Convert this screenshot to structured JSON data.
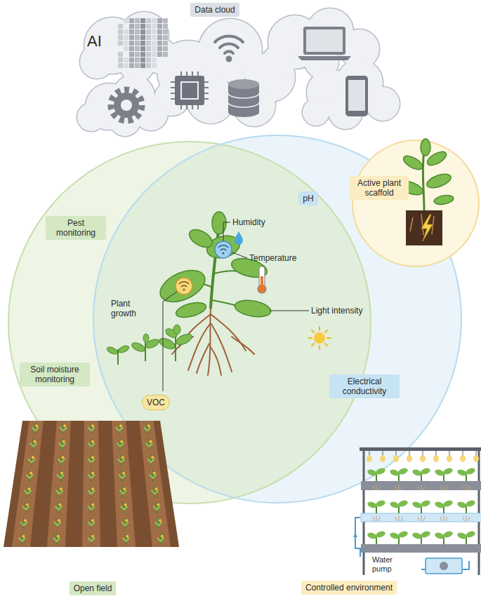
{
  "diagram": {
    "nodes": [
      {
        "text": [
          "Data cloud"
        ]
      },
      {
        "text": [
          "Pest monitoring"
        ]
      },
      {
        "text": [
          "Soil moisture monitoring"
        ]
      },
      {
        "text": [
          "pH"
        ]
      },
      {
        "text": [
          "Electrical conductivity"
        ]
      },
      {
        "text": [
          "Active plant scaffold"
        ]
      },
      {
        "text": [
          "VOC"
        ]
      },
      {
        "text": [
          "Open field"
        ]
      },
      {
        "text": [
          "Controlled environment"
        ]
      }
    ],
    "labels": [
      "AI",
      "Humidity",
      "Temperature",
      "Plant growth",
      "Light intensity",
      "Water pump"
    ]
  }
}
